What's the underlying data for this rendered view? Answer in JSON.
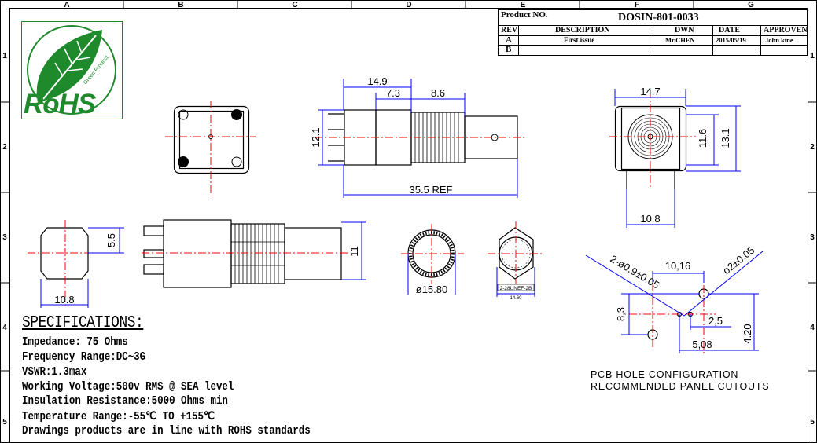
{
  "grid": {
    "cols": [
      "A",
      "B",
      "C",
      "D",
      "E",
      "F",
      "G"
    ],
    "rows": [
      "1",
      "2",
      "3",
      "4",
      "5"
    ]
  },
  "title_block": {
    "product_no_label": "Product NO.",
    "product_no": "DOSIN-801-0033",
    "headers": {
      "rev": "REV",
      "description": "DESCRIPTION",
      "dwn": "DWN",
      "date": "DATE",
      "approven": "APPROVEN"
    },
    "rows": [
      {
        "rev": "A",
        "description": "First issue",
        "dwn": "Mr.CHEN",
        "date": "2015/05/19",
        "approven": "John kine"
      },
      {
        "rev": "B",
        "description": "",
        "dwn": "",
        "date": "",
        "approven": ""
      }
    ]
  },
  "logo": {
    "text": "RoHS",
    "subtext": "Green Product",
    "color": "#1e8a2c"
  },
  "dimensions": {
    "side_149": "14.9",
    "side_73": "7.3",
    "side_86": "8.6",
    "side_121": "12.1",
    "side_355": "35.5 REF",
    "front_147": "14.7",
    "front_116": "11.6",
    "front_131": "13.1",
    "front_108": "10.8",
    "left3_55": "5.5",
    "left3_108": "10.8",
    "side3_11": "11",
    "circle_d": "ø15.80",
    "hex_thread": "2-28UNEF-2B",
    "hex_w": "14.60",
    "pcb_1016": "10,16",
    "pcb_hole": "2-ø0.9±0.05",
    "pcb_d2": "ø2±0.05",
    "pcb_83": "8,3",
    "pcb_25": "2,5",
    "pcb_508": "5,08",
    "pcb_420": "4.20"
  },
  "specs": {
    "title": "SPECIFICATIONS:",
    "lines": [
      "Impedance: 75 Ohms",
      "Frequency Range:DC~3G",
      "VSWR:1.3max",
      "Working Voltage:500v RMS @ SEA level",
      "Insulation Resistance:5000 Ohms min",
      "Temperature Range:-55℃ TO +155℃",
      "Drawings products are in line with ROHS standards"
    ]
  },
  "pcb_note": {
    "line1": "PCB HOLE CONFIGURATION",
    "line2": "RECOMMENDED PANEL CUTOUTS"
  },
  "colors": {
    "dimension": "#0000ff",
    "centerline": "#ff0000",
    "outline": "#000000"
  }
}
